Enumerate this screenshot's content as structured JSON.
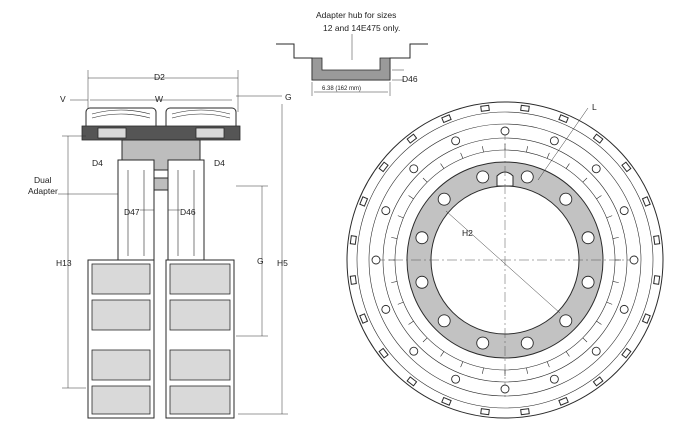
{
  "labels": {
    "adapter_note_line1": "Adapter hub for sizes",
    "adapter_note_line2": "12 and 14E475 only.",
    "hub_dim": "6.38 (162 mm)",
    "d46_top": "D46",
    "d2": "D2",
    "w": "W",
    "v": "V",
    "g_top": "G",
    "d4_left": "D4",
    "d4_right": "D4",
    "dual_line1": "Dual",
    "dual_line2": "Adapter",
    "d47": "D47",
    "d46": "D46",
    "h13": "H13",
    "g": "G",
    "h5": "H5",
    "l": "L",
    "h2": "H2"
  }
}
